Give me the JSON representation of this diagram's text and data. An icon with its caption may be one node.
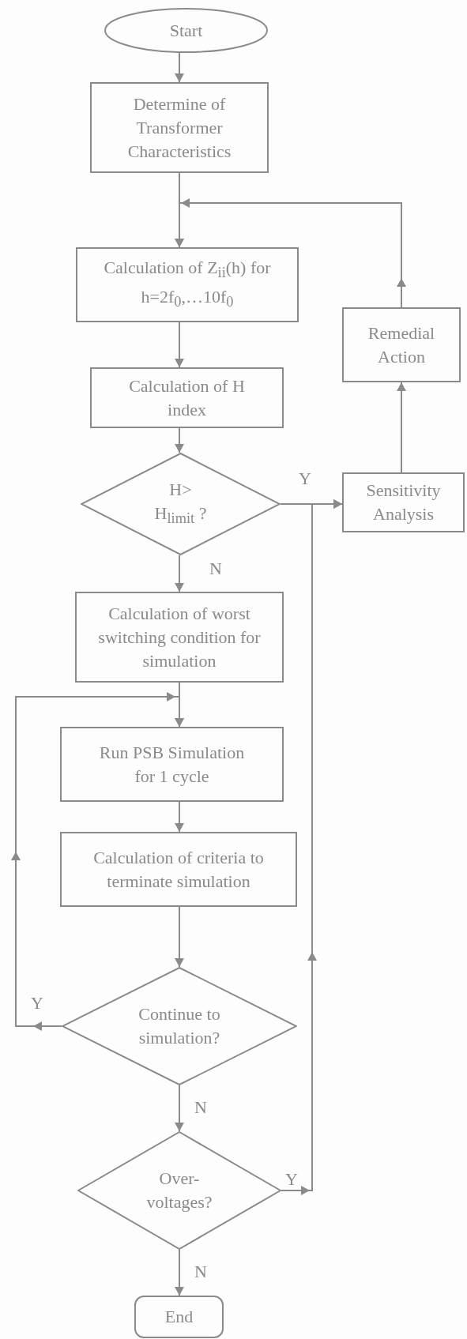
{
  "diagram": {
    "nodes": [
      {
        "text": [
          "Start"
        ]
      },
      {
        "text": [
          "Determine of Transformer Characteristics"
        ]
      },
      {
        "text": [
          "Calculation of Z$_{ii}$(h) for h=2f$_{0}$,…10f$_{0}$"
        ]
      },
      {
        "text": [
          "Remedial Action"
        ]
      },
      {
        "text": [
          "Calculation of H index"
        ]
      },
      {
        "text": [
          "H> H$_{limit}$ ?"
        ]
      },
      {
        "text": [
          "Sensitivity Analysis"
        ]
      },
      {
        "text": [
          "Calculation of worst switching condition for simulation"
        ]
      },
      {
        "text": [
          "Run PSB Simulation for 1 cycle"
        ]
      },
      {
        "text": [
          "Calculation of criteria to terminate simulation"
        ]
      },
      {
        "text": [
          "Continue to simulation?"
        ]
      },
      {
        "text": [
          "Over- voltages?"
        ]
      },
      {
        "text": [
          "End"
        ]
      }
    ],
    "edges": [
      {
        "from": 0,
        "to": 1,
        "arrow": "to"
      },
      {
        "from": 1,
        "to": 2,
        "arrow": "to"
      },
      {
        "from": 2,
        "to": 4,
        "arrow": "to"
      },
      {
        "from": 4,
        "to": 5,
        "arrow": "to"
      },
      {
        "from": 5,
        "to": 6,
        "arrow": "to",
        "label": "Y"
      },
      {
        "from": 6,
        "to": 3,
        "arrow": "to"
      },
      {
        "from": 3,
        "to": 2,
        "arrow": "to"
      },
      {
        "from": 5,
        "to": 7,
        "arrow": "to",
        "label": "N"
      },
      {
        "from": 7,
        "to": 8,
        "arrow": "to"
      },
      {
        "from": 8,
        "to": 9,
        "arrow": "to"
      },
      {
        "from": 9,
        "to": 10,
        "arrow": "to"
      },
      {
        "from": 10,
        "to": 8,
        "arrow": "to",
        "label": "Y"
      },
      {
        "from": 10,
        "to": 11,
        "arrow": "to",
        "label": "N"
      },
      {
        "from": 11,
        "to": 6,
        "arrow": "to",
        "label": "Y"
      },
      {
        "from": 11,
        "to": 12,
        "arrow": "to",
        "label": "N"
      }
    ]
  }
}
